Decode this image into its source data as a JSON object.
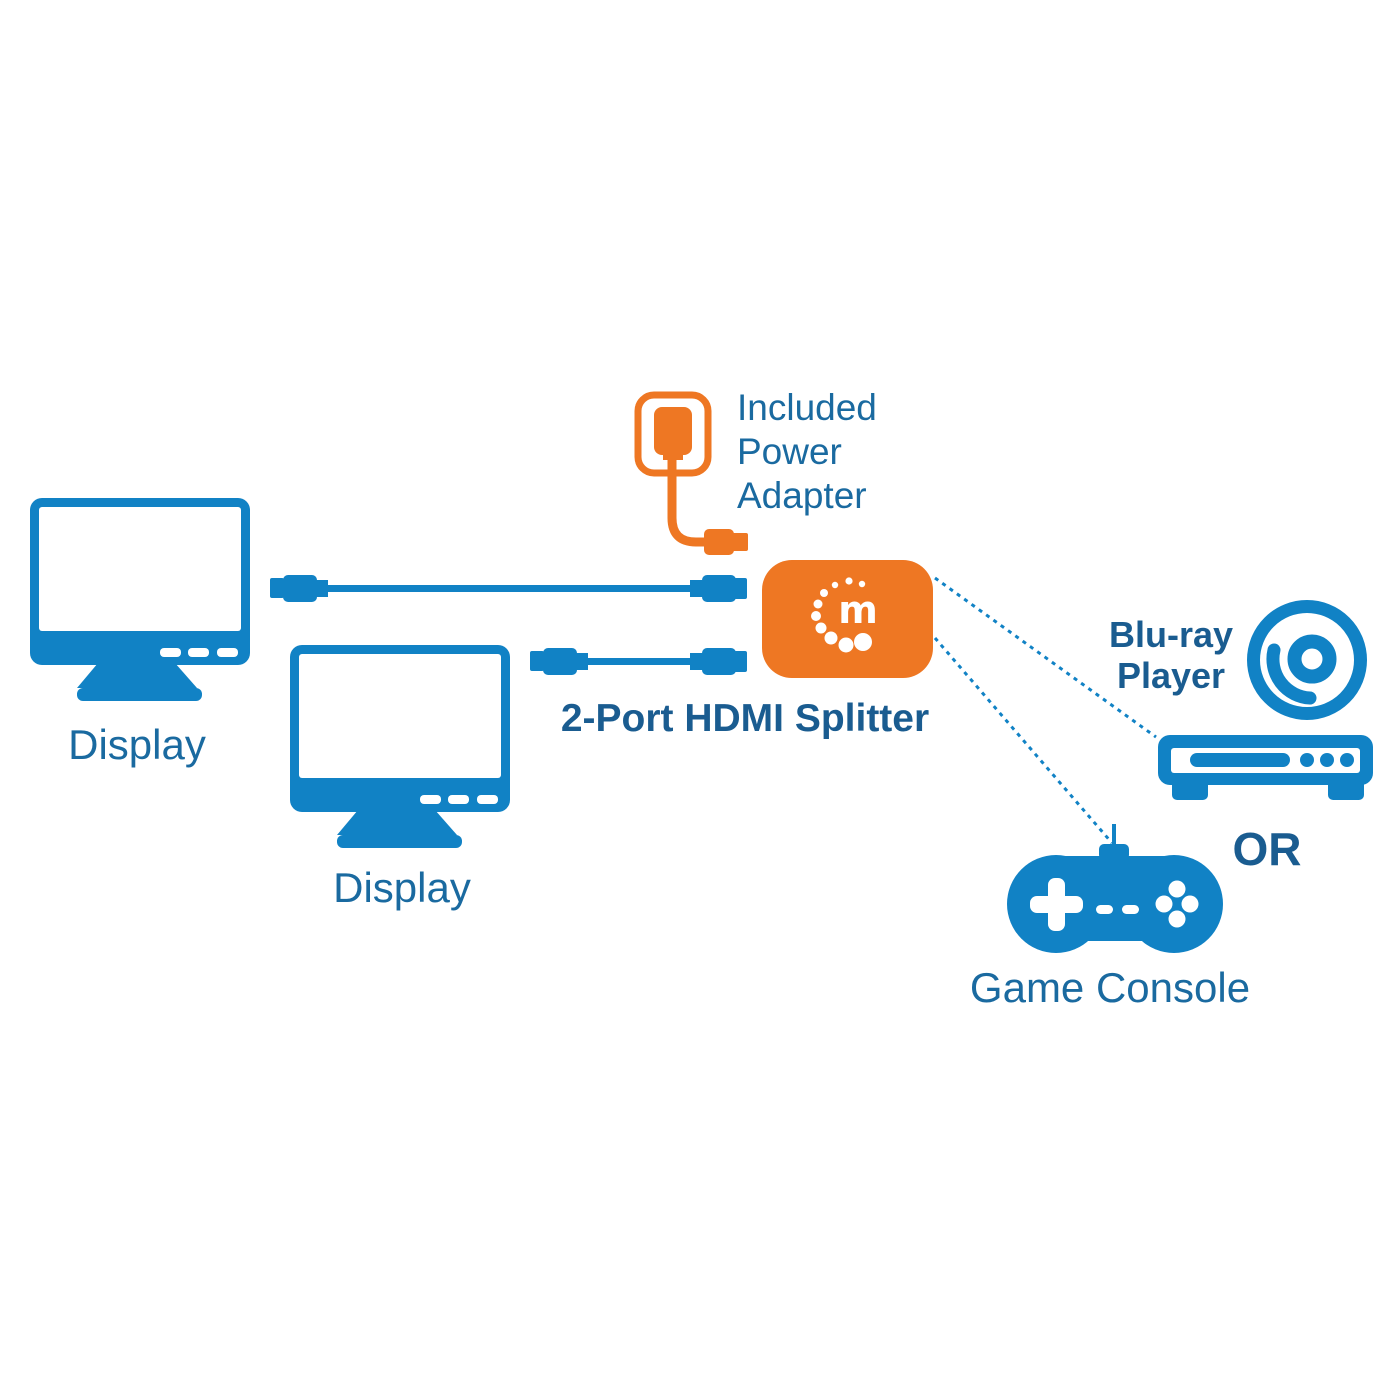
{
  "colors": {
    "blue": "#1182C5",
    "orange": "#EE7723",
    "text_blue": "#1A6AA0",
    "title_blue": "#1A5C90"
  },
  "power_adapter": {
    "label_lines": [
      "Included",
      "Power",
      "Adapter"
    ]
  },
  "splitter": {
    "label": "2-Port HDMI Splitter",
    "logo_letter": "m"
  },
  "displays": [
    {
      "label": "Display"
    },
    {
      "label": "Display"
    }
  ],
  "sources": {
    "bluray": {
      "label_lines": [
        "Blu-ray",
        "Player"
      ]
    },
    "or_label": "OR",
    "game_console": {
      "label": "Game Console"
    }
  }
}
